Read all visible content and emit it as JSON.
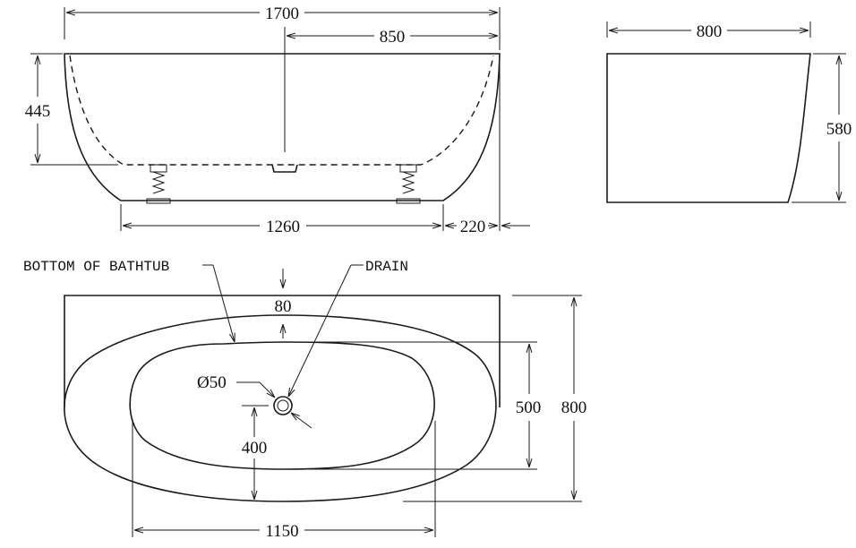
{
  "dimensions": {
    "overall_length": "1700",
    "half_length": "850",
    "depth_inner": "445",
    "base_length": "1260",
    "base_offset": "220",
    "side_width": "800",
    "height": "580",
    "rim_offset": "80",
    "drain_diameter": "Ø50",
    "inner_width": "500",
    "outer_width": "800",
    "drain_position": "400",
    "inner_length": "1150"
  },
  "labels": {
    "bottom_of_bathtub": "BOTTOM OF BATHTUB",
    "drain": "DRAIN"
  }
}
